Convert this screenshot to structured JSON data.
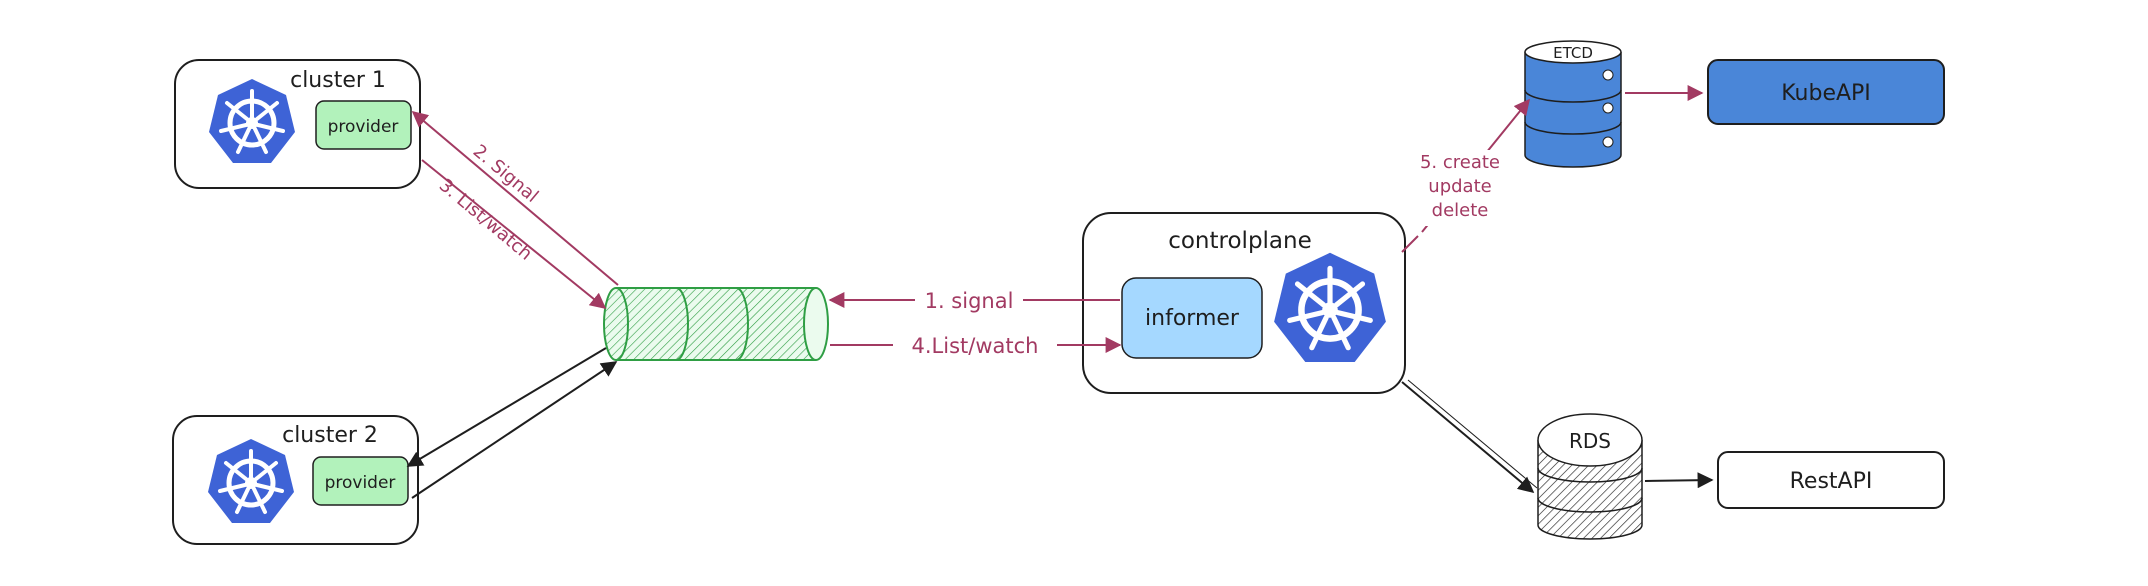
{
  "diagram": {
    "cluster1": {
      "title": "cluster 1",
      "provider": "provider"
    },
    "cluster2": {
      "title": "cluster 2",
      "provider": "provider"
    },
    "controlplane": {
      "title": "controlplane",
      "informer": "informer"
    },
    "etcd": {
      "label": "ETCD"
    },
    "kubeapi": {
      "label": "KubeAPI"
    },
    "rds": {
      "label": "RDS"
    },
    "restapi": {
      "label": "RestAPI"
    },
    "edges": {
      "signal_to_cluster1": "2. Signal",
      "listwatch_from_cluster1": "3. List/watch",
      "signal_from_controlplane": "1. signal",
      "listwatch_to_controlplane": "4.List/watch",
      "create_line1": "5. create",
      "create_line2": "update",
      "create_line3": "delete"
    },
    "colors": {
      "accent_red": "#a23a62",
      "k8s_blue": "#3e63d6",
      "provider_green": "#b2f2bb",
      "informer_blue": "#a5d8ff",
      "etcd_blue": "#4a86d8",
      "queue_green": "#2f9e44"
    },
    "icons": [
      "kubernetes-icon",
      "kubernetes-icon",
      "kubernetes-icon",
      "database-icon",
      "database-icon",
      "queue-icon"
    ]
  }
}
